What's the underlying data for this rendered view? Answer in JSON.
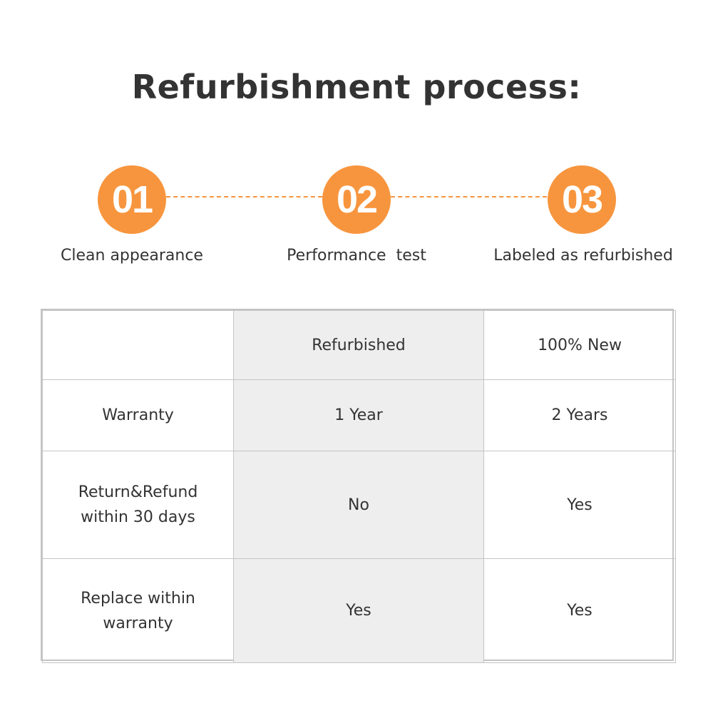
{
  "title": "Refurbishment process:",
  "accent_color": "#f7953e",
  "steps": [
    {
      "number": "01",
      "label": "Clean appearance"
    },
    {
      "number": "02",
      "label": "Performance  test"
    },
    {
      "number": "03",
      "label": "Labeled as refurbished"
    }
  ],
  "comparison_table": {
    "headers": [
      "",
      "Refurbished",
      "100% New"
    ],
    "rows": [
      {
        "feature": "Warranty",
        "refurbished": "1 Year",
        "new": "2 Years"
      },
      {
        "feature": "Return&Refund within 30 days",
        "feature_lines": [
          "Return&Refund",
          "within 30 days"
        ],
        "refurbished": "No",
        "new": "Yes"
      },
      {
        "feature": "Replace within warranty",
        "feature_lines": [
          "Replace within",
          "warranty"
        ],
        "refurbished": "Yes",
        "new": "Yes"
      }
    ]
  }
}
